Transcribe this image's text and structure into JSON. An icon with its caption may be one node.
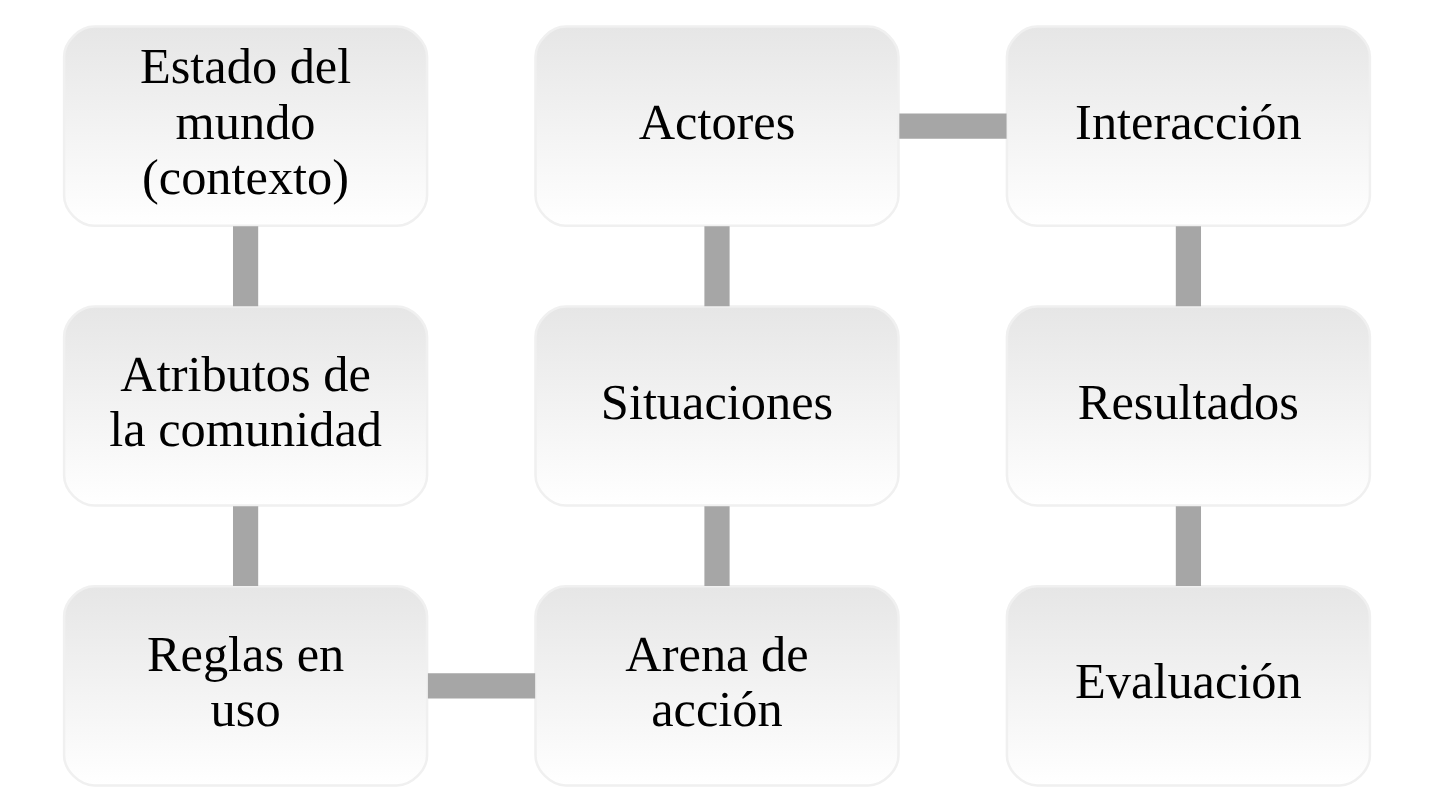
{
  "diagram": {
    "nodes": [
      {
        "text": [
          "Estado del mundo (contexto)"
        ]
      },
      {
        "text": [
          "Actores"
        ]
      },
      {
        "text": [
          "Interacción"
        ]
      },
      {
        "text": [
          "Atributos de la comunidad"
        ]
      },
      {
        "text": [
          "Situaciones"
        ]
      },
      {
        "text": [
          "Resultados"
        ]
      },
      {
        "text": [
          "Reglas en uso"
        ]
      },
      {
        "text": [
          "Arena de acción"
        ]
      },
      {
        "text": [
          "Evaluación"
        ]
      }
    ],
    "edges": [
      {
        "from": 0,
        "to": 3,
        "arrow": "none"
      },
      {
        "from": 3,
        "to": 6,
        "arrow": "none"
      },
      {
        "from": 6,
        "to": 7,
        "arrow": "none"
      },
      {
        "from": 7,
        "to": 4,
        "arrow": "none"
      },
      {
        "from": 4,
        "to": 1,
        "arrow": "none"
      },
      {
        "from": 1,
        "to": 2,
        "arrow": "none"
      },
      {
        "from": 2,
        "to": 5,
        "arrow": "none"
      },
      {
        "from": 5,
        "to": 8,
        "arrow": "none"
      }
    ]
  }
}
